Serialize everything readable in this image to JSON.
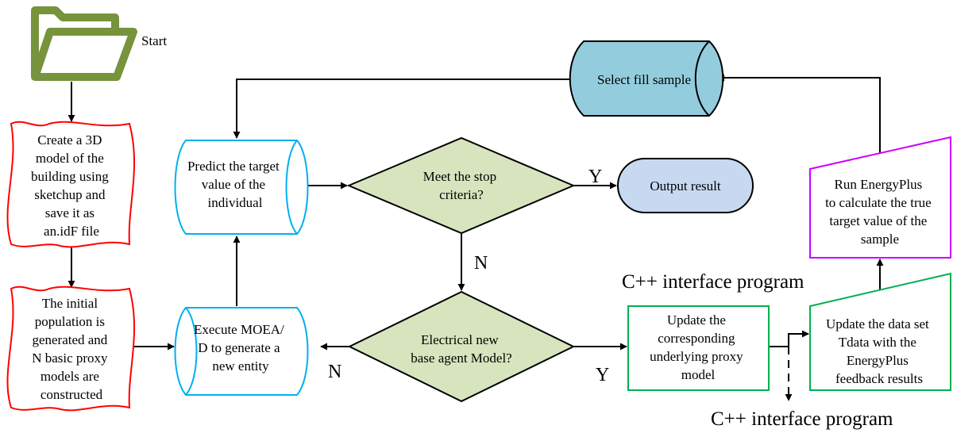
{
  "nodes": {
    "start": {
      "label": "Start"
    },
    "create_model": {
      "lines": [
        "Create a 3D",
        "model of the",
        "building using",
        "sketchup and",
        "save it as",
        "an.idF file"
      ]
    },
    "initial_population": {
      "lines": [
        "The initial",
        "population is",
        "generated and",
        "N basic proxy",
        "models are",
        "constructed"
      ]
    },
    "predict": {
      "lines": [
        "Predict the target",
        "value of the",
        "individual"
      ]
    },
    "execute": {
      "lines": [
        "Execute MOEA/",
        "D to generate a",
        "new entity"
      ]
    },
    "stop_decision": {
      "lines": [
        "Meet the stop",
        "criteria?"
      ]
    },
    "electrical_decision": {
      "lines": [
        "Electrical new",
        "base agent Model?"
      ]
    },
    "output": {
      "label": "Output result"
    },
    "select_fill": {
      "label": "Select fill sample"
    },
    "update_proxy": {
      "lines": [
        "Update the",
        "corresponding",
        "underlying proxy",
        "model"
      ]
    },
    "update_dataset": {
      "lines": [
        "Update the data set",
        "Tdata with the",
        "EnergyPlus",
        "feedback results"
      ]
    },
    "run_energyplus": {
      "lines": [
        "Run EnergyPlus",
        "to calculate the true",
        "target value of the",
        "sample"
      ]
    }
  },
  "edge_labels": {
    "stop_yes": "Y",
    "stop_no": "N",
    "electrical_yes": "Y",
    "electrical_no": "N"
  },
  "annotations": {
    "cpp_top": "C++ interface program",
    "cpp_bottom": "C++ interface program"
  },
  "colors": {
    "folder": "#77933c",
    "red_border": "#ff0000",
    "blue_border": "#00b0f0",
    "green_border": "#00b050",
    "magenta_border": "#cc00ff",
    "diamond_fill": "#d7e4bd",
    "output_fill": "#c6d9f1",
    "cylinder_fill": "#93cddd"
  }
}
